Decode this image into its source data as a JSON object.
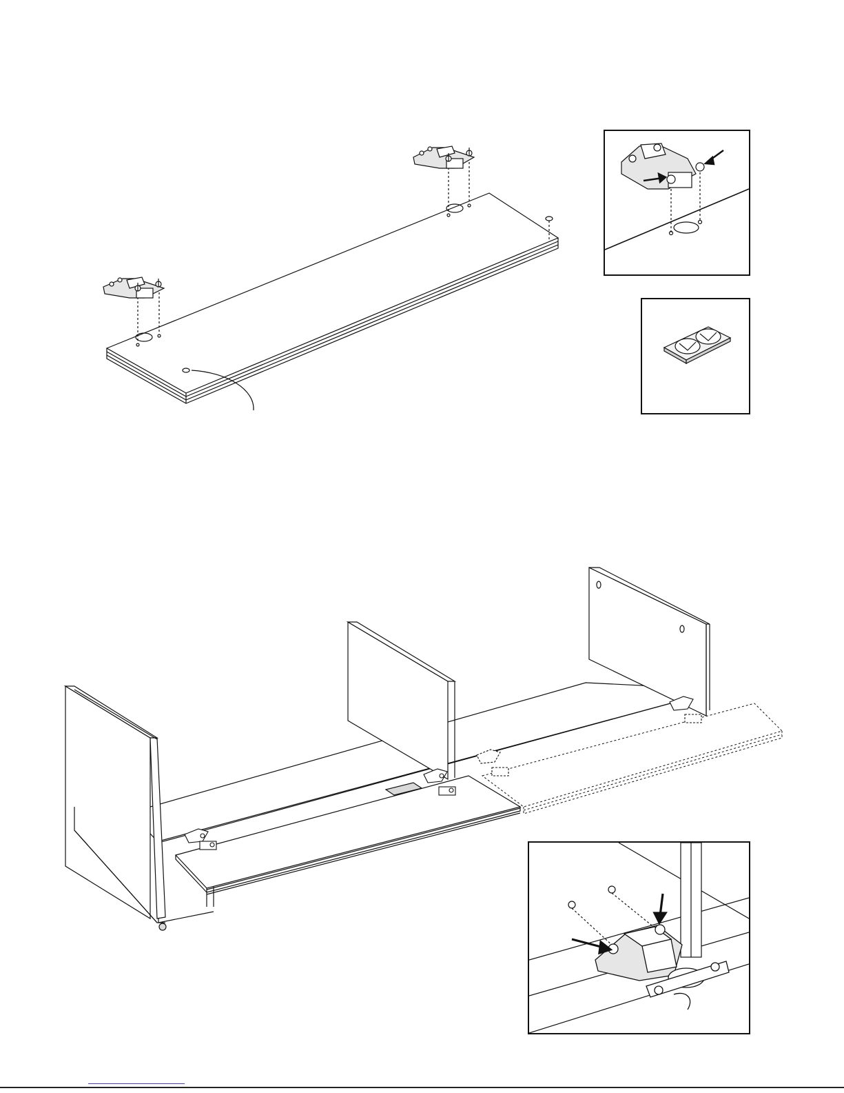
{
  "document": {
    "type": "assembly-instructions-page",
    "colors": {
      "line": "#111111",
      "panel": "#ffffff",
      "shade": "#d9d9d9",
      "footer_link": "#3a3aff"
    },
    "step_a": {
      "panel": "long-shelf-panel",
      "parts": [
        "hinge-base-plate-left",
        "hinge-base-plate-right",
        "double-bumper-pad"
      ]
    },
    "step_b": {
      "assembly": "open-cabinet-body",
      "parts": [
        "door-panel-left",
        "door-panel-right-dashed",
        "cup-hinge-x4"
      ]
    },
    "details": [
      "hinge-plate-screw-detail",
      "bumper-pad-detail",
      "hinge-mount-closeup"
    ]
  }
}
